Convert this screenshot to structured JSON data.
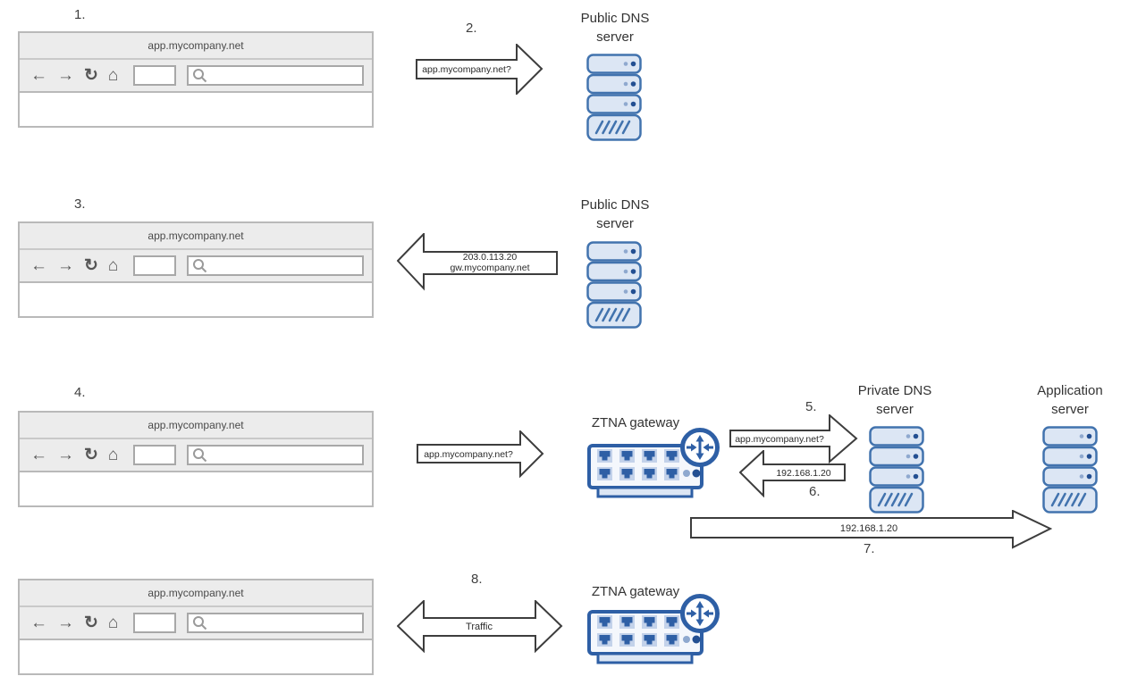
{
  "colors": {
    "accent": "#2e5fa5",
    "server-stroke": "#4273ae",
    "server-fill": "#dce6f4",
    "gateway-fill": "#f4f7fc",
    "port-bg": "#c3d2ea",
    "dot-light": "#8fa9cf",
    "dot-dark": "#234f92",
    "arrow-stroke": "#3d3d3d",
    "browser-border": "#b9b9b9",
    "bar-bg": "#ececec",
    "icon-gray": "#565656",
    "text-dark": "#3a3a3a"
  },
  "browser": {
    "url": "app.mycompany.net",
    "toolbar": {
      "back": "←",
      "forward": "→",
      "reload": "↻",
      "home": "⌂"
    }
  },
  "steps": {
    "s1": "1.",
    "s2": "2.",
    "s3": "3.",
    "s4": "4.",
    "s5": "5.",
    "s6": "6.",
    "s7": "7.",
    "s8": "8."
  },
  "nodes": {
    "public_dns": {
      "line1": "Public DNS",
      "line2": "server"
    },
    "private_dns": {
      "line1": "Private DNS",
      "line2": "server"
    },
    "app_server": {
      "line1": "Application",
      "line2": "server"
    },
    "ztna_gateway": {
      "label": "ZTNA gateway"
    }
  },
  "arrows": {
    "step2_query": "app.mycompany.net?",
    "step3_line1": "203.0.113.20",
    "step3_line2": "gw.mycompany.net",
    "step4_query": "app.mycompany.net?",
    "step5_query": "app.mycompany.net?",
    "step6_response": "192.168.1.20",
    "step7_forward": "192.168.1.20",
    "step8_traffic": "Traffic"
  }
}
